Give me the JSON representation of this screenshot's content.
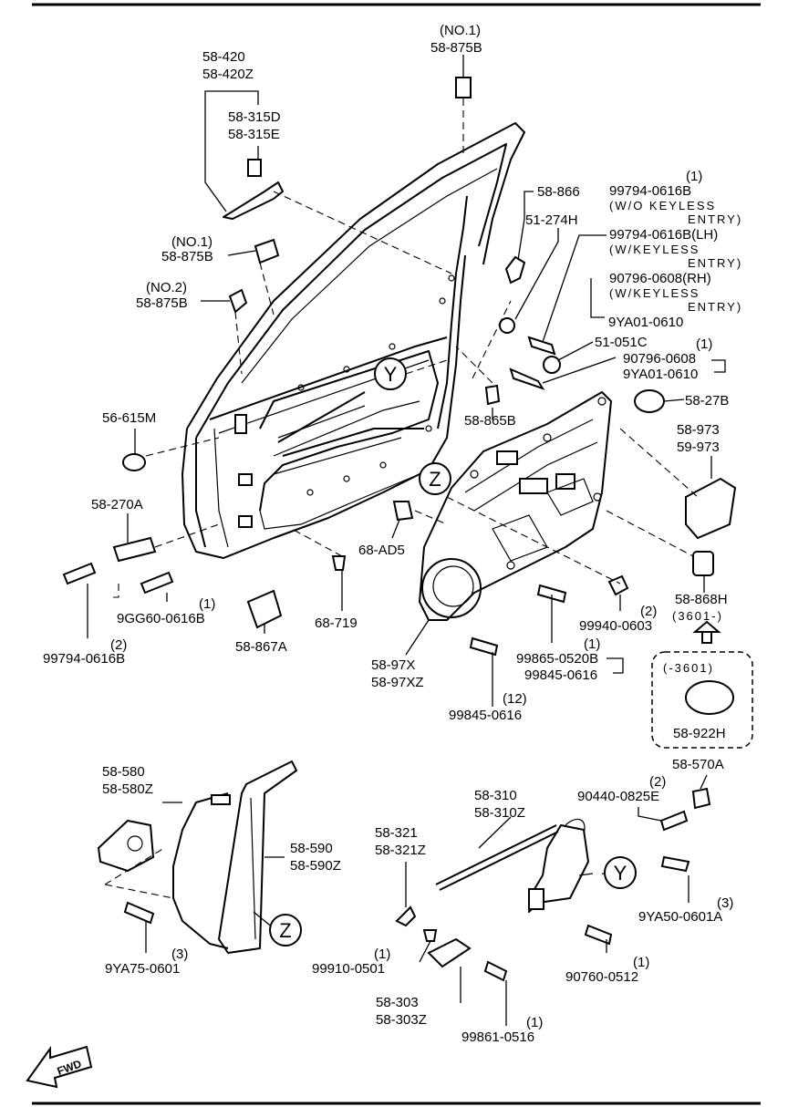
{
  "labels": {
    "l_no1_top": "(NO.1)",
    "l_58_875b_top": "58-875B",
    "l_58_420": "58-420",
    "l_58_420z": "58-420Z",
    "l_58_315d": "58-315D",
    "l_58_315e": "58-315E",
    "l_no1_mid": "(NO.1)",
    "l_58_875b_mid": "58-875B",
    "l_no2": "(NO.2)",
    "l_58_875b_low": "58-875B",
    "l_58_866": "58-866",
    "l_51_274h": "51-274H",
    "l_q1_a": "(1)",
    "l_99794_0616b_a": "99794-0616B",
    "l_wo_keyless": "(W/O KEYLESS",
    "l_entry_1": "ENTRY)",
    "l_99794_0616b_lh": "99794-0616B(LH)",
    "l_w_keyless_1": "(W/KEYLESS",
    "l_entry_2": "ENTRY)",
    "l_90796_0608_rh": "90796-0608(RH)",
    "l_w_keyless_2": "(W/KEYLESS",
    "l_entry_3": "ENTRY)",
    "l_9ya01_0610_a": "9YA01-0610",
    "l_51_051c": "51-051C",
    "l_q1_b": "(1)",
    "l_90796_0608": "90796-0608",
    "l_9ya01_0610_b": "9YA01-0610",
    "l_58_27b": "58-27B",
    "l_56_615m": "56-615M",
    "l_58_865b": "58-865B",
    "l_58_973": "58-973",
    "l_59_973": "59-973",
    "l_58_270a": "58-270A",
    "l_68_ad5": "68-AD5",
    "l_q1_c": "(1)",
    "l_9gg60_0616b": "9GG60-0616B",
    "l_q2_a": "(2)",
    "l_99794_0616b_b": "99794-0616B",
    "l_58_867a": "58-867A",
    "l_68_719": "68-719",
    "l_58_97x": "58-97X",
    "l_58_97xz": "58-97XZ",
    "l_q1_d": "(1)",
    "l_99865_0520b": "99865-0520B",
    "l_99845_0616_a": "99845-0616",
    "l_q12": "(12)",
    "l_99845_0616_b": "99845-0616",
    "l_q2_b": "(2)",
    "l_99940_0603": "99940-0603",
    "l_58_868h": "58-868H",
    "l_3601_minus": "(3601-)",
    "l_minus_3601": "(-3601)",
    "l_58_922h": "58-922H",
    "l_58_570a": "58-570A",
    "l_58_580": "58-580",
    "l_58_580z": "58-580Z",
    "l_58_590": "58-590",
    "l_58_590z": "58-590Z",
    "l_q3_a": "(3)",
    "l_9ya75_0601": "9YA75-0601",
    "l_58_310": "58-310",
    "l_58_310z": "58-310Z",
    "l_q2_c": "(2)",
    "l_90440_0825e": "90440-0825E",
    "l_58_321": "58-321",
    "l_58_321z": "58-321Z",
    "l_q3_b": "(3)",
    "l_9ya50_0601a": "9YA50-0601A",
    "l_q1_e": "(1)",
    "l_99910_0501": "99910-0501",
    "l_q1_f": "(1)",
    "l_90760_0512": "90760-0512",
    "l_58_303": "58-303",
    "l_58_303z": "58-303Z",
    "l_q1_g": "(1)",
    "l_99861_0516": "99861-0516",
    "l_fwd": "FWD"
  },
  "callouts": {
    "y1": "Y",
    "z1": "Z",
    "y2": "Y",
    "z2": "Z"
  }
}
